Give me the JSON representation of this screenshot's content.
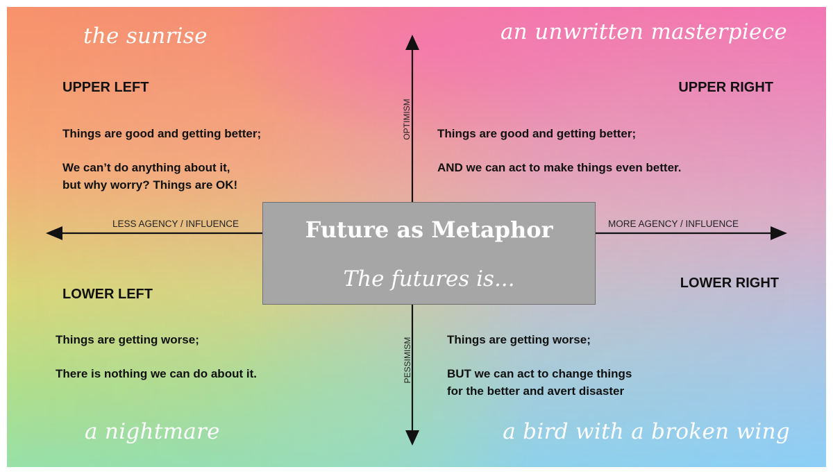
{
  "center": {
    "title": "Future as Metaphor",
    "subtitle": "The futures is..."
  },
  "axes": {
    "left_label": "LESS AGENCY / INFLUENCE",
    "right_label": "MORE AGENCY / INFLUENCE",
    "top_label": "OPTIMISM",
    "bottom_label": "PESSIMISM"
  },
  "corners": {
    "top_left": "the sunrise",
    "top_right": "an unwritten masterpiece",
    "bottom_left": "a nightmare",
    "bottom_right": "a bird with a broken wing"
  },
  "quadrants": {
    "upper_left": {
      "title": "UPPER LEFT",
      "line1": "Things are good and getting better;",
      "line2": "We can’t do anything about it,",
      "line3": "but why worry? Things are OK!"
    },
    "upper_right": {
      "title": "UPPER RIGHT",
      "line1": "Things are good and getting better;",
      "line2": "AND we can act to make things even better."
    },
    "lower_left": {
      "title": "LOWER LEFT",
      "line1": "Things are getting worse;",
      "line2": "There is nothing we can do about it."
    },
    "lower_right": {
      "title": "LOWER RIGHT",
      "line1": "Things are getting worse;",
      "line2": "BUT we can act to change things",
      "line3": "for the better and avert disaster"
    }
  },
  "colors": {
    "axis": "#111111",
    "center_box": "#a6a6a6",
    "text": "#111111",
    "corner_text": "#ffffff"
  }
}
